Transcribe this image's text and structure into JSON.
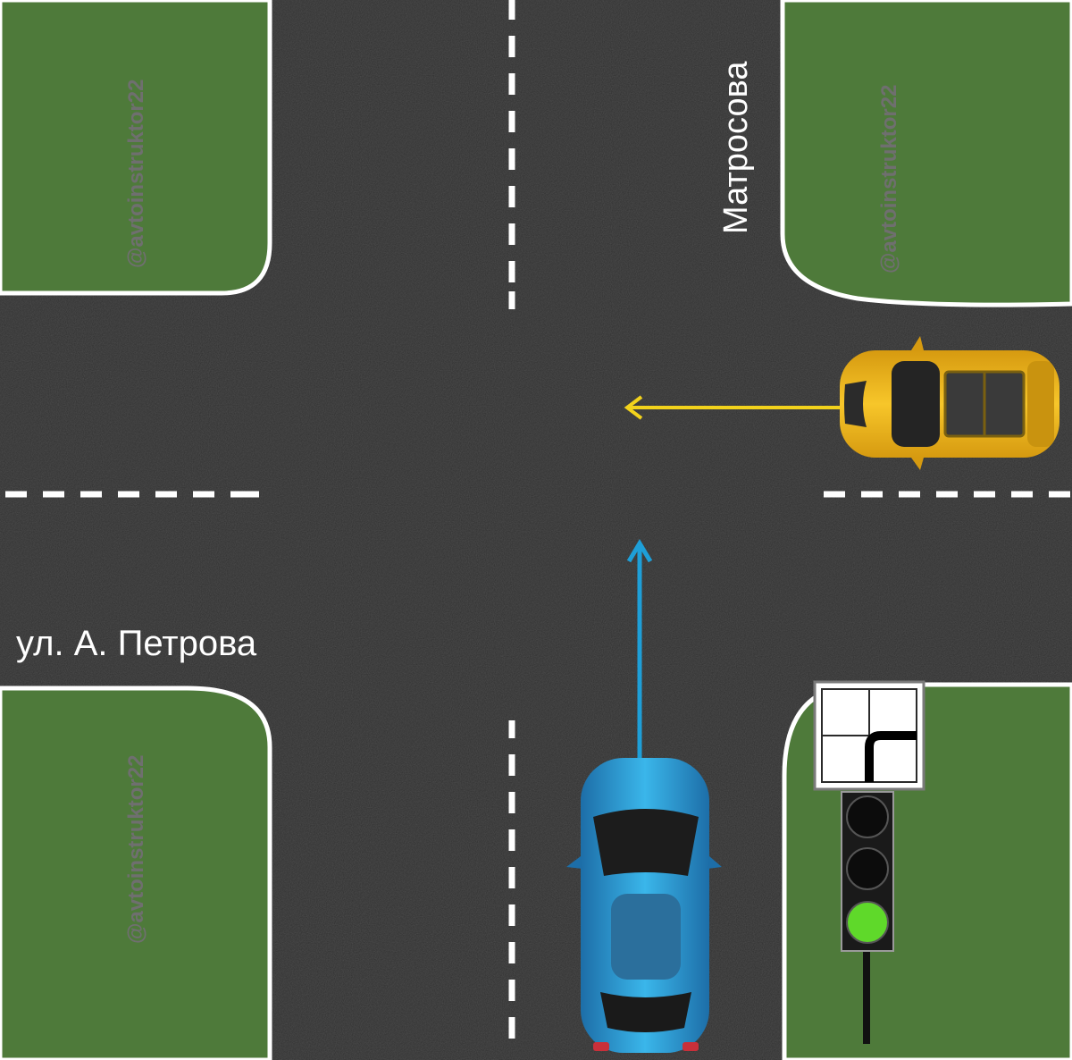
{
  "streets": {
    "horizontal_name": "ул. А. Петрова",
    "vertical_name": "Матросова"
  },
  "watermarks": {
    "text": "@avtoinstruktor22"
  },
  "traffic_light": {
    "active_signal": "green",
    "signals": [
      "off",
      "off",
      "green"
    ]
  },
  "road_sign": {
    "type": "main-road-direction",
    "description_icon": "main-road-direction-sign-icon"
  },
  "vehicles": [
    {
      "name": "blue-car",
      "color": "#2a9fd6",
      "direction": "straight-north"
    },
    {
      "name": "yellow-car",
      "color": "#f2b81c",
      "direction": "straight-west"
    }
  ],
  "colors": {
    "asphalt": "#2f2f2f",
    "grass": "#4e7a3a",
    "curb": "#ffffff",
    "blue_arrow": "#1e9fd8",
    "yellow_arrow": "#f2d21c",
    "signal_green": "#5fd92a"
  }
}
